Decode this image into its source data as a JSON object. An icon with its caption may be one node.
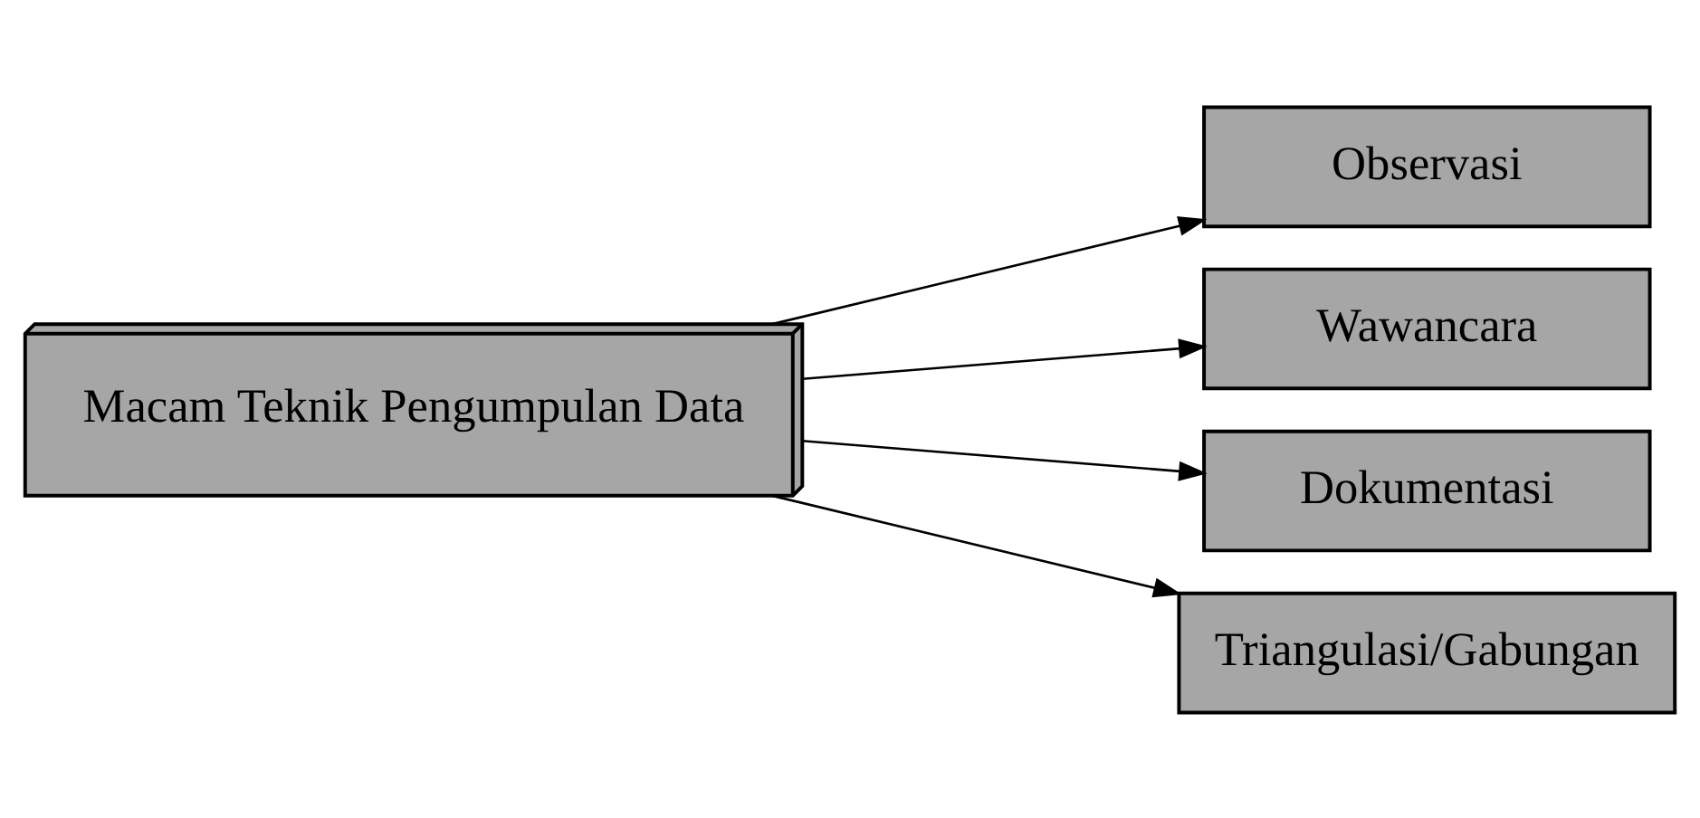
{
  "diagram": {
    "nodes": [
      {
        "text": [
          "Macam Teknik Pengumpulan Data"
        ]
      },
      {
        "text": [
          "Observasi"
        ]
      },
      {
        "text": [
          "Wawancara"
        ]
      },
      {
        "text": [
          "Dokumentasi"
        ]
      },
      {
        "text": [
          "Triangulasi/Gabungan"
        ]
      }
    ],
    "edges": [
      {
        "from": 0,
        "to": 1,
        "arrow": "to"
      },
      {
        "from": 0,
        "to": 2,
        "arrow": "to"
      },
      {
        "from": 0,
        "to": 3,
        "arrow": "to"
      },
      {
        "from": 0,
        "to": 4,
        "arrow": "to"
      }
    ]
  }
}
